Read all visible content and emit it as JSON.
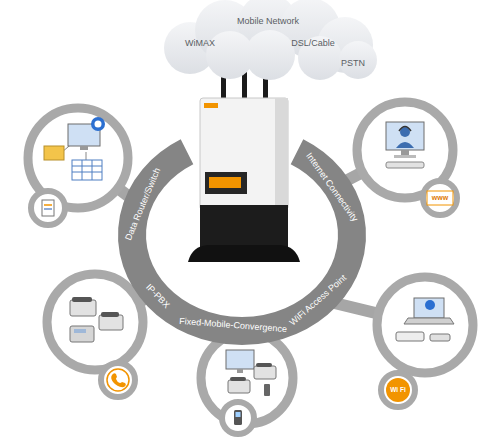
{
  "diagram": {
    "nodes": [
      {
        "text": [
          "Mobile Network",
          "WiMAX",
          "DSL/Cable",
          "PSTN"
        ]
      },
      {
        "text": [
          "Data Router/Switch",
          "Internet Connectivity",
          "IP-PBX",
          "WiFi Access Point",
          "Fixed-Mobile-Convergence"
        ]
      }
    ],
    "labels": [
      "www",
      "Wi Fi"
    ]
  }
}
